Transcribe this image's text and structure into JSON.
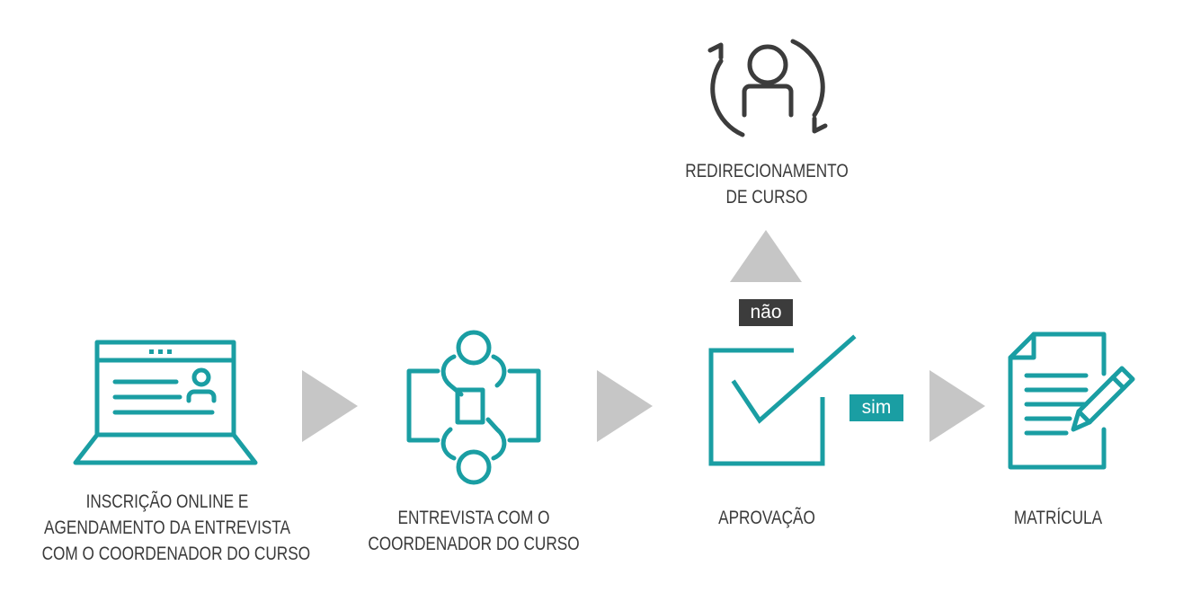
{
  "steps": [
    {
      "id": "inscricao",
      "icon": "laptop-form-icon",
      "label_lines": [
        "INSCRIÇÃO ONLINE E",
        "AGENDAMENTO DA ENTREVISTA",
        "COM O COORDENADOR DO CURSO"
      ]
    },
    {
      "id": "entrevista",
      "icon": "meeting-table-icon",
      "label_lines": [
        "ENTREVISTA COM O",
        "COORDENADOR DO CURSO"
      ]
    },
    {
      "id": "aprovacao",
      "icon": "checkbox-check-icon",
      "label_lines": [
        "APROVAÇÃO"
      ]
    },
    {
      "id": "matricula",
      "icon": "document-pen-icon",
      "label_lines": [
        "MATRÍCULA"
      ]
    }
  ],
  "branch": {
    "icon": "user-refresh-icon",
    "label_lines": [
      "REDIRECIONAMENTO",
      "DE CURSO"
    ]
  },
  "tags": {
    "no": "não",
    "yes": "sim"
  },
  "colors": {
    "teal": "#1a9ea3",
    "dark": "#3c3c3c",
    "arrow": "#c6c6c6",
    "text": "#3a3a3a"
  }
}
